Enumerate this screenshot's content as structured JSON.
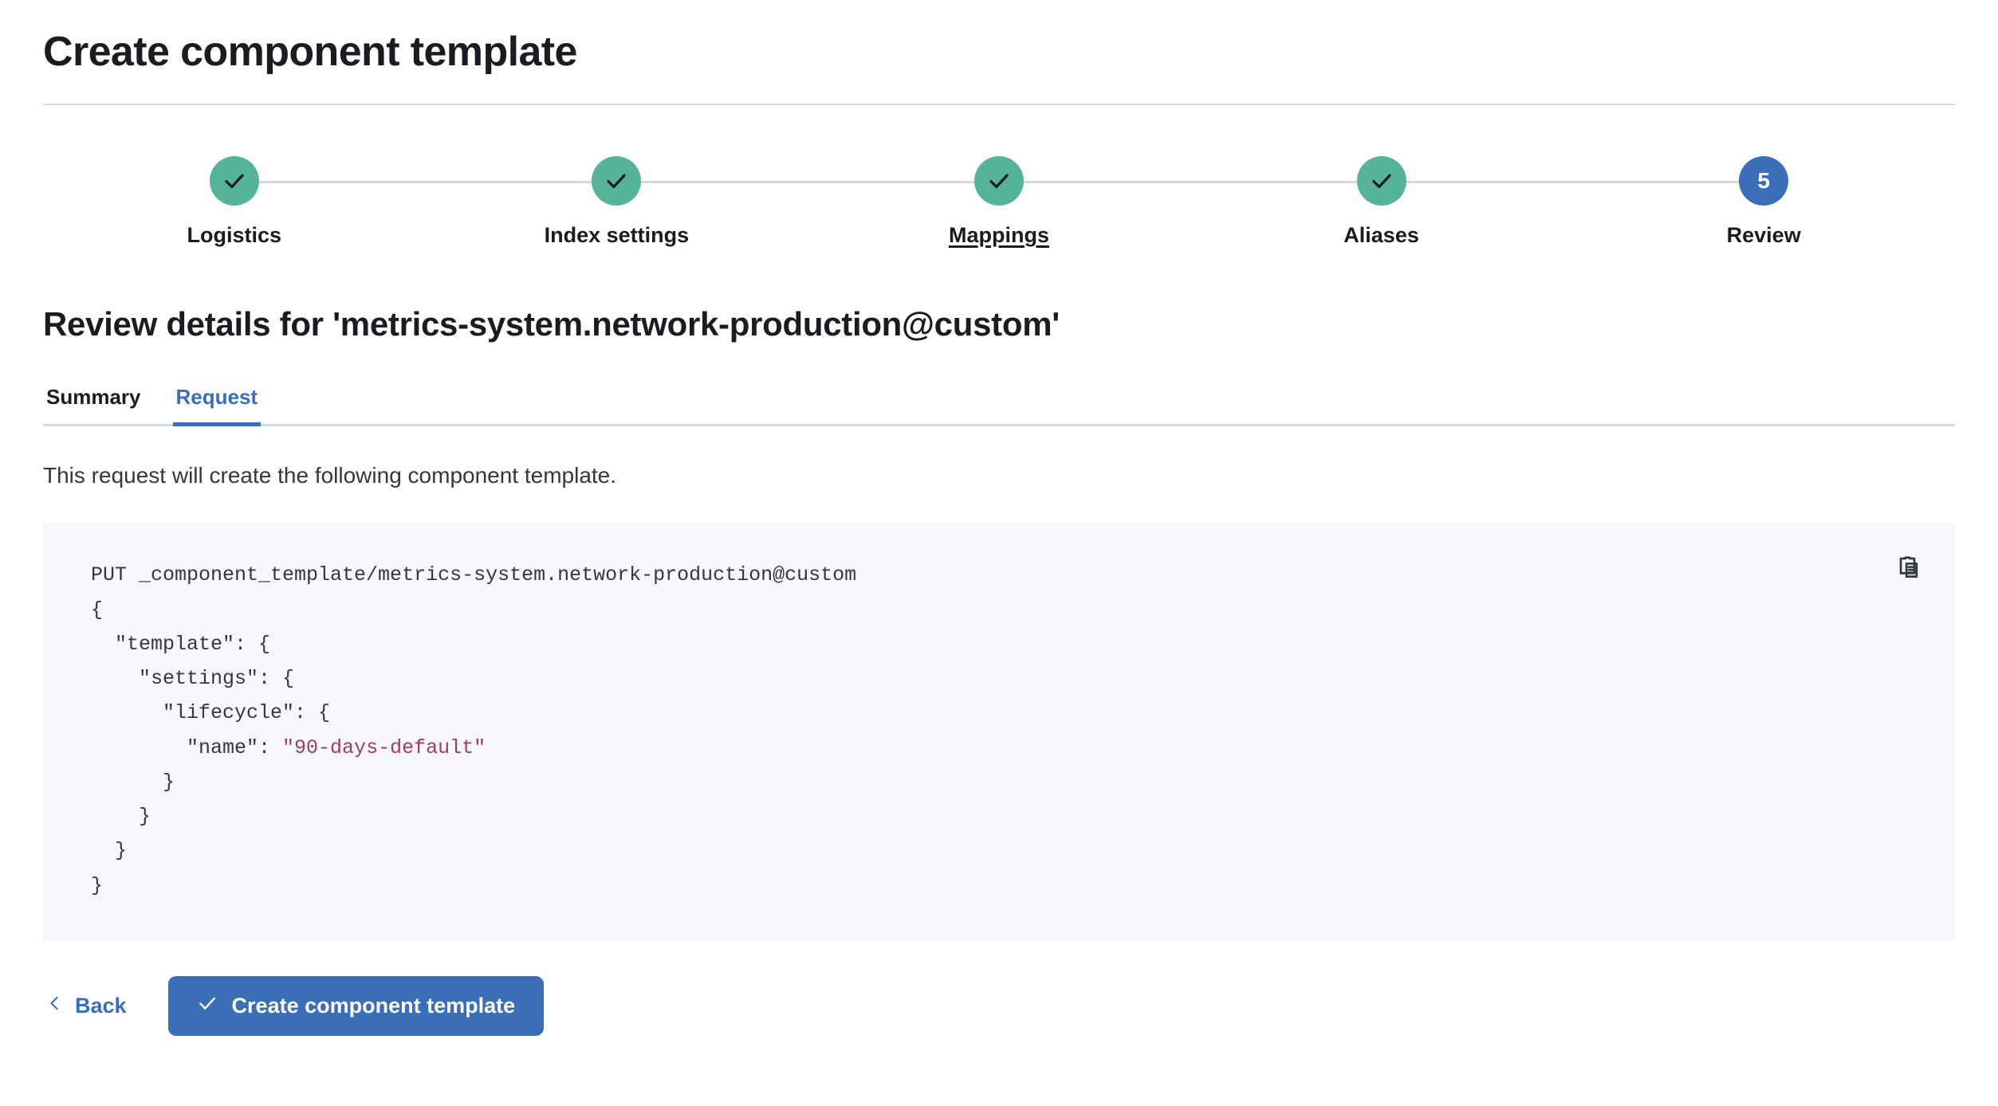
{
  "header": {
    "title": "Create component template"
  },
  "stepper": {
    "steps": [
      {
        "label": "Logistics",
        "state": "complete",
        "icon": "check-icon",
        "number": "1"
      },
      {
        "label": "Index settings",
        "state": "complete",
        "icon": "check-icon",
        "number": "2"
      },
      {
        "label": "Mappings",
        "state": "complete",
        "icon": "check-icon",
        "number": "3",
        "hovered": true
      },
      {
        "label": "Aliases",
        "state": "complete",
        "icon": "check-icon",
        "number": "4"
      },
      {
        "label": "Review",
        "state": "current",
        "icon": "step-number",
        "number": "5"
      }
    ],
    "colors": {
      "complete": "#54b399",
      "current": "#3a6fb8",
      "connector": "#d3dae6"
    }
  },
  "review": {
    "heading": "Review details for 'metrics-system.network-production@custom'",
    "tabs": [
      {
        "label": "Summary",
        "active": false
      },
      {
        "label": "Request",
        "active": true
      }
    ],
    "description": "This request will create the following component template.",
    "accent_color": "#3a6fb8"
  },
  "code": {
    "method_line": "PUT _component_template/metrics-system.network-production@custom",
    "body_lines": [
      "{",
      "  \"template\": {",
      "    \"settings\": {",
      "      \"lifecycle\": {",
      "        \"name\": ",
      "\"90-days-default\"",
      "      }",
      "    }",
      "  }",
      "}"
    ],
    "full_text": "PUT _component_template/metrics-system.network-production@custom\n{\n  \"template\": {\n    \"settings\": {\n      \"lifecycle\": {\n        \"name\": \"90-days-default\"\n      }\n    }\n  }\n}",
    "prefix": "PUT _component_template/metrics-system.network-production@custom\n{\n  \"template\": {\n    \"settings\": {\n      \"lifecycle\": {\n        \"name\": ",
    "string_value": "\"90-days-default\"",
    "suffix": "\n      }\n    }\n  }\n}",
    "string_color": "#a13c5d",
    "background": "#f5f7fa",
    "copy_icon": "copy-icon"
  },
  "footer": {
    "back_label": "Back",
    "back_icon": "chevron-left-icon",
    "create_label": "Create component template",
    "create_icon": "check-icon",
    "button_color": "#3a6fb8"
  }
}
